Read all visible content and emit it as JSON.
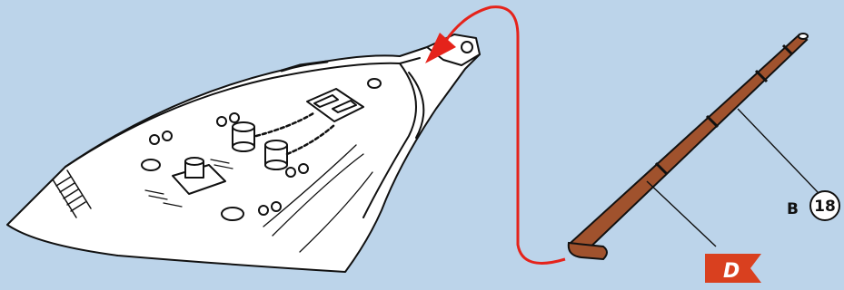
{
  "background_color": "#bcd4ea",
  "arrow_color": "#e5231b",
  "part_color": "#a0522d",
  "flag_color": "#d9401f",
  "labels": {
    "part_letter": "B",
    "part_number": "18",
    "flag_letter": "D"
  }
}
